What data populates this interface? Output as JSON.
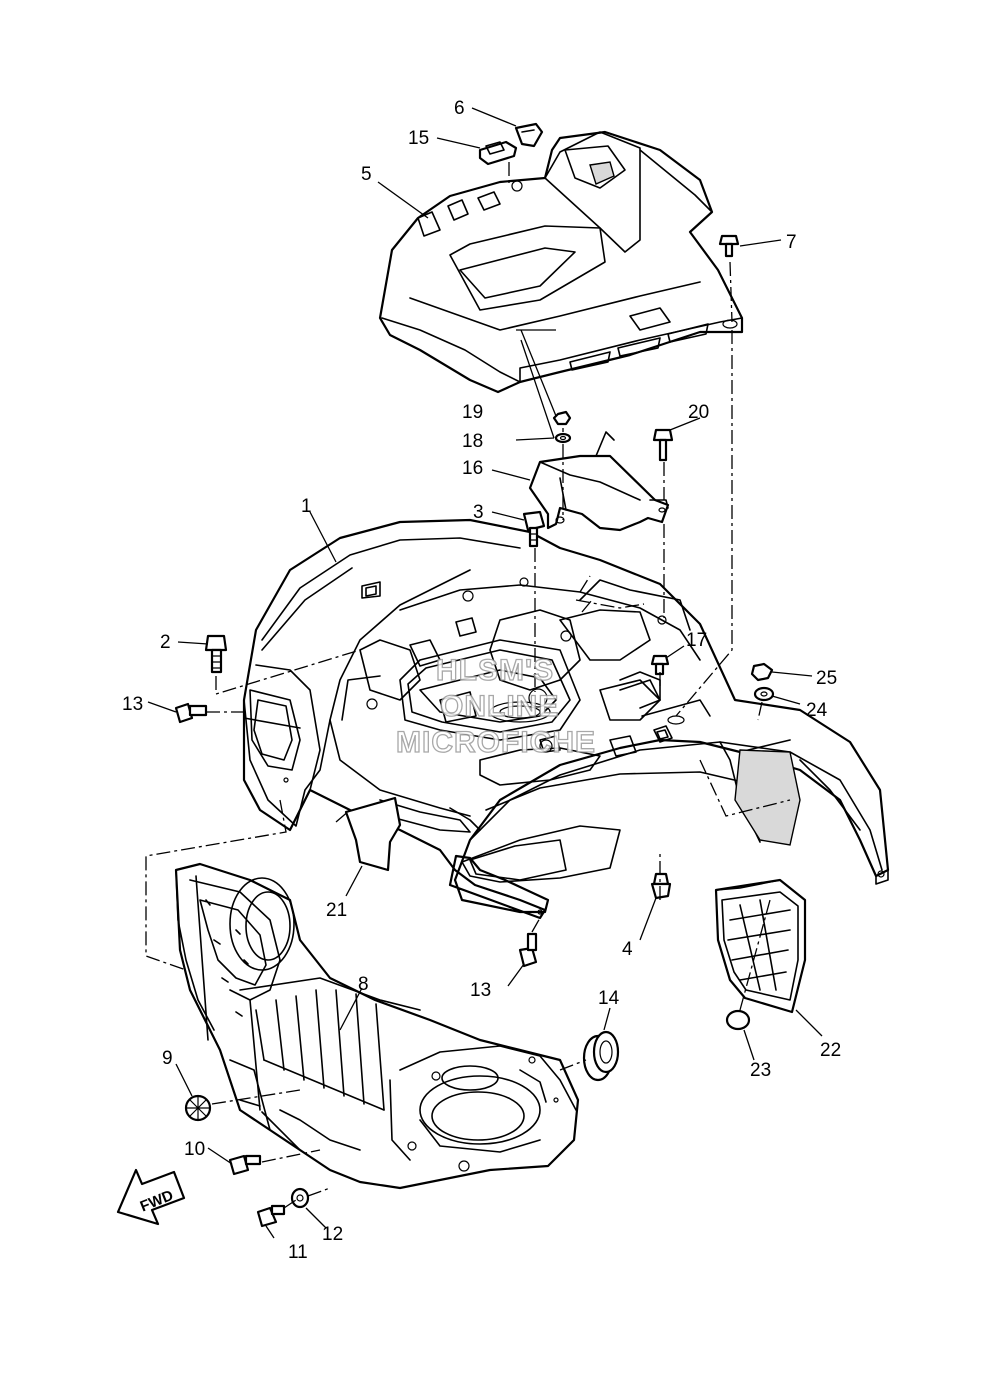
{
  "diagram": {
    "callouts": [
      {
        "id": "1",
        "label": "1"
      },
      {
        "id": "2",
        "label": "2"
      },
      {
        "id": "3",
        "label": "3"
      },
      {
        "id": "4",
        "label": "4"
      },
      {
        "id": "5",
        "label": "5"
      },
      {
        "id": "6",
        "label": "6"
      },
      {
        "id": "7",
        "label": "7"
      },
      {
        "id": "8",
        "label": "8"
      },
      {
        "id": "9",
        "label": "9"
      },
      {
        "id": "10",
        "label": "10"
      },
      {
        "id": "11",
        "label": "11"
      },
      {
        "id": "12",
        "label": "12"
      },
      {
        "id": "13a",
        "label": "13"
      },
      {
        "id": "13b",
        "label": "13"
      },
      {
        "id": "14",
        "label": "14"
      },
      {
        "id": "15",
        "label": "15"
      },
      {
        "id": "16",
        "label": "16"
      },
      {
        "id": "17",
        "label": "17"
      },
      {
        "id": "18",
        "label": "18"
      },
      {
        "id": "19",
        "label": "19"
      },
      {
        "id": "20",
        "label": "20"
      },
      {
        "id": "21",
        "label": "21"
      },
      {
        "id": "22",
        "label": "22"
      },
      {
        "id": "23",
        "label": "23"
      },
      {
        "id": "24",
        "label": "24"
      },
      {
        "id": "25",
        "label": "25"
      }
    ],
    "direction_arrow": {
      "label": "FWD"
    },
    "watermark": {
      "lines": [
        "HLSM'S",
        "ONLINE",
        "MICROFICHE"
      ]
    }
  }
}
